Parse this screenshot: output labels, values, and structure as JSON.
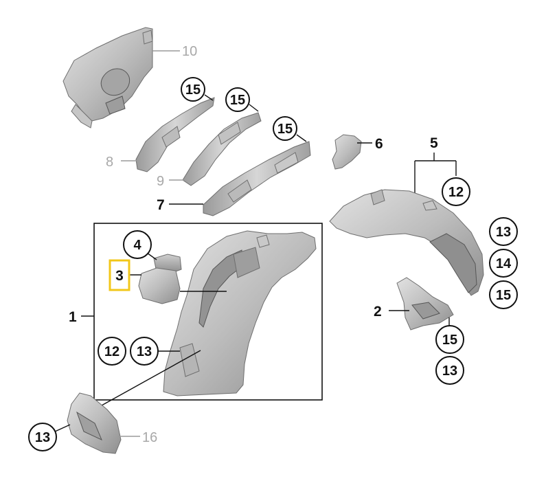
{
  "callouts": {
    "c1": "1",
    "c2": "2",
    "c3": "3",
    "c4": "4",
    "c5": "5",
    "c6": "6",
    "c7": "7",
    "c8": "8",
    "c9": "9",
    "c10": "10",
    "c16": "16",
    "circ15_a": "15",
    "circ15_b": "15",
    "circ15_c": "15",
    "circ12_right": "12",
    "circ13_right_a": "13",
    "circ14_right": "14",
    "circ15_right": "15",
    "circ15_lower": "15",
    "circ13_lower": "13",
    "circ12_left": "12",
    "circ13_left": "13",
    "circ13_bottom": "13"
  },
  "colors": {
    "part_light": "#d4d4d4",
    "part_mid": "#a9a9a9",
    "part_dark": "#808080",
    "highlight_box": "#f2c71a",
    "faded_label": "#a8a8a8"
  }
}
